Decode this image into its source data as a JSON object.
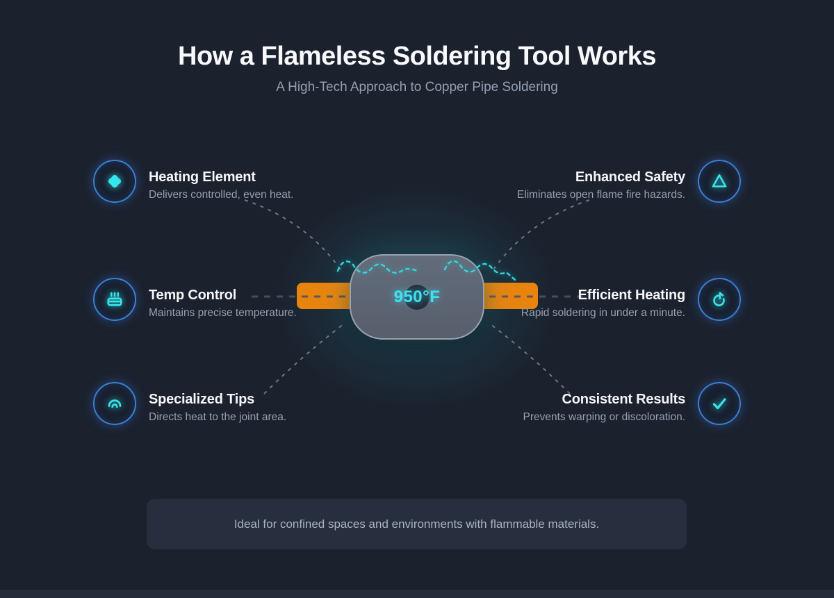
{
  "header": {
    "title": "How a Flameless Soldering Tool Works",
    "subtitle": "A High-Tech Approach to Copper Pipe Soldering"
  },
  "device": {
    "temperature": "950°F"
  },
  "features": {
    "left": [
      {
        "icon": "heating-element-icon",
        "title": "Heating Element",
        "desc": "Delivers controlled, even heat."
      },
      {
        "icon": "temp-control-icon",
        "title": "Temp Control",
        "desc": "Maintains precise temperature."
      },
      {
        "icon": "specialized-tips-icon",
        "title": "Specialized Tips",
        "desc": "Directs heat to the joint area."
      }
    ],
    "right": [
      {
        "icon": "enhanced-safety-icon",
        "title": "Enhanced Safety",
        "desc": "Eliminates open flame fire hazards."
      },
      {
        "icon": "efficient-heating-icon",
        "title": "Efficient Heating",
        "desc": "Rapid soldering in under a minute."
      },
      {
        "icon": "consistent-results-icon",
        "title": "Consistent Results",
        "desc": "Prevents warping or discoloration."
      }
    ]
  },
  "footer": {
    "note": "Ideal for confined spaces and environments with flammable materials."
  },
  "colors": {
    "background": "#1b212d",
    "accent_cyan": "#35e6ee",
    "icon_ring_blue": "#3b7fd2",
    "pipe_orange": "#e8840e",
    "device_gray": "#5c6573",
    "connector_gray": "#848d9b",
    "title_white": "#f7f9fb",
    "muted_text": "#96a1b1"
  }
}
